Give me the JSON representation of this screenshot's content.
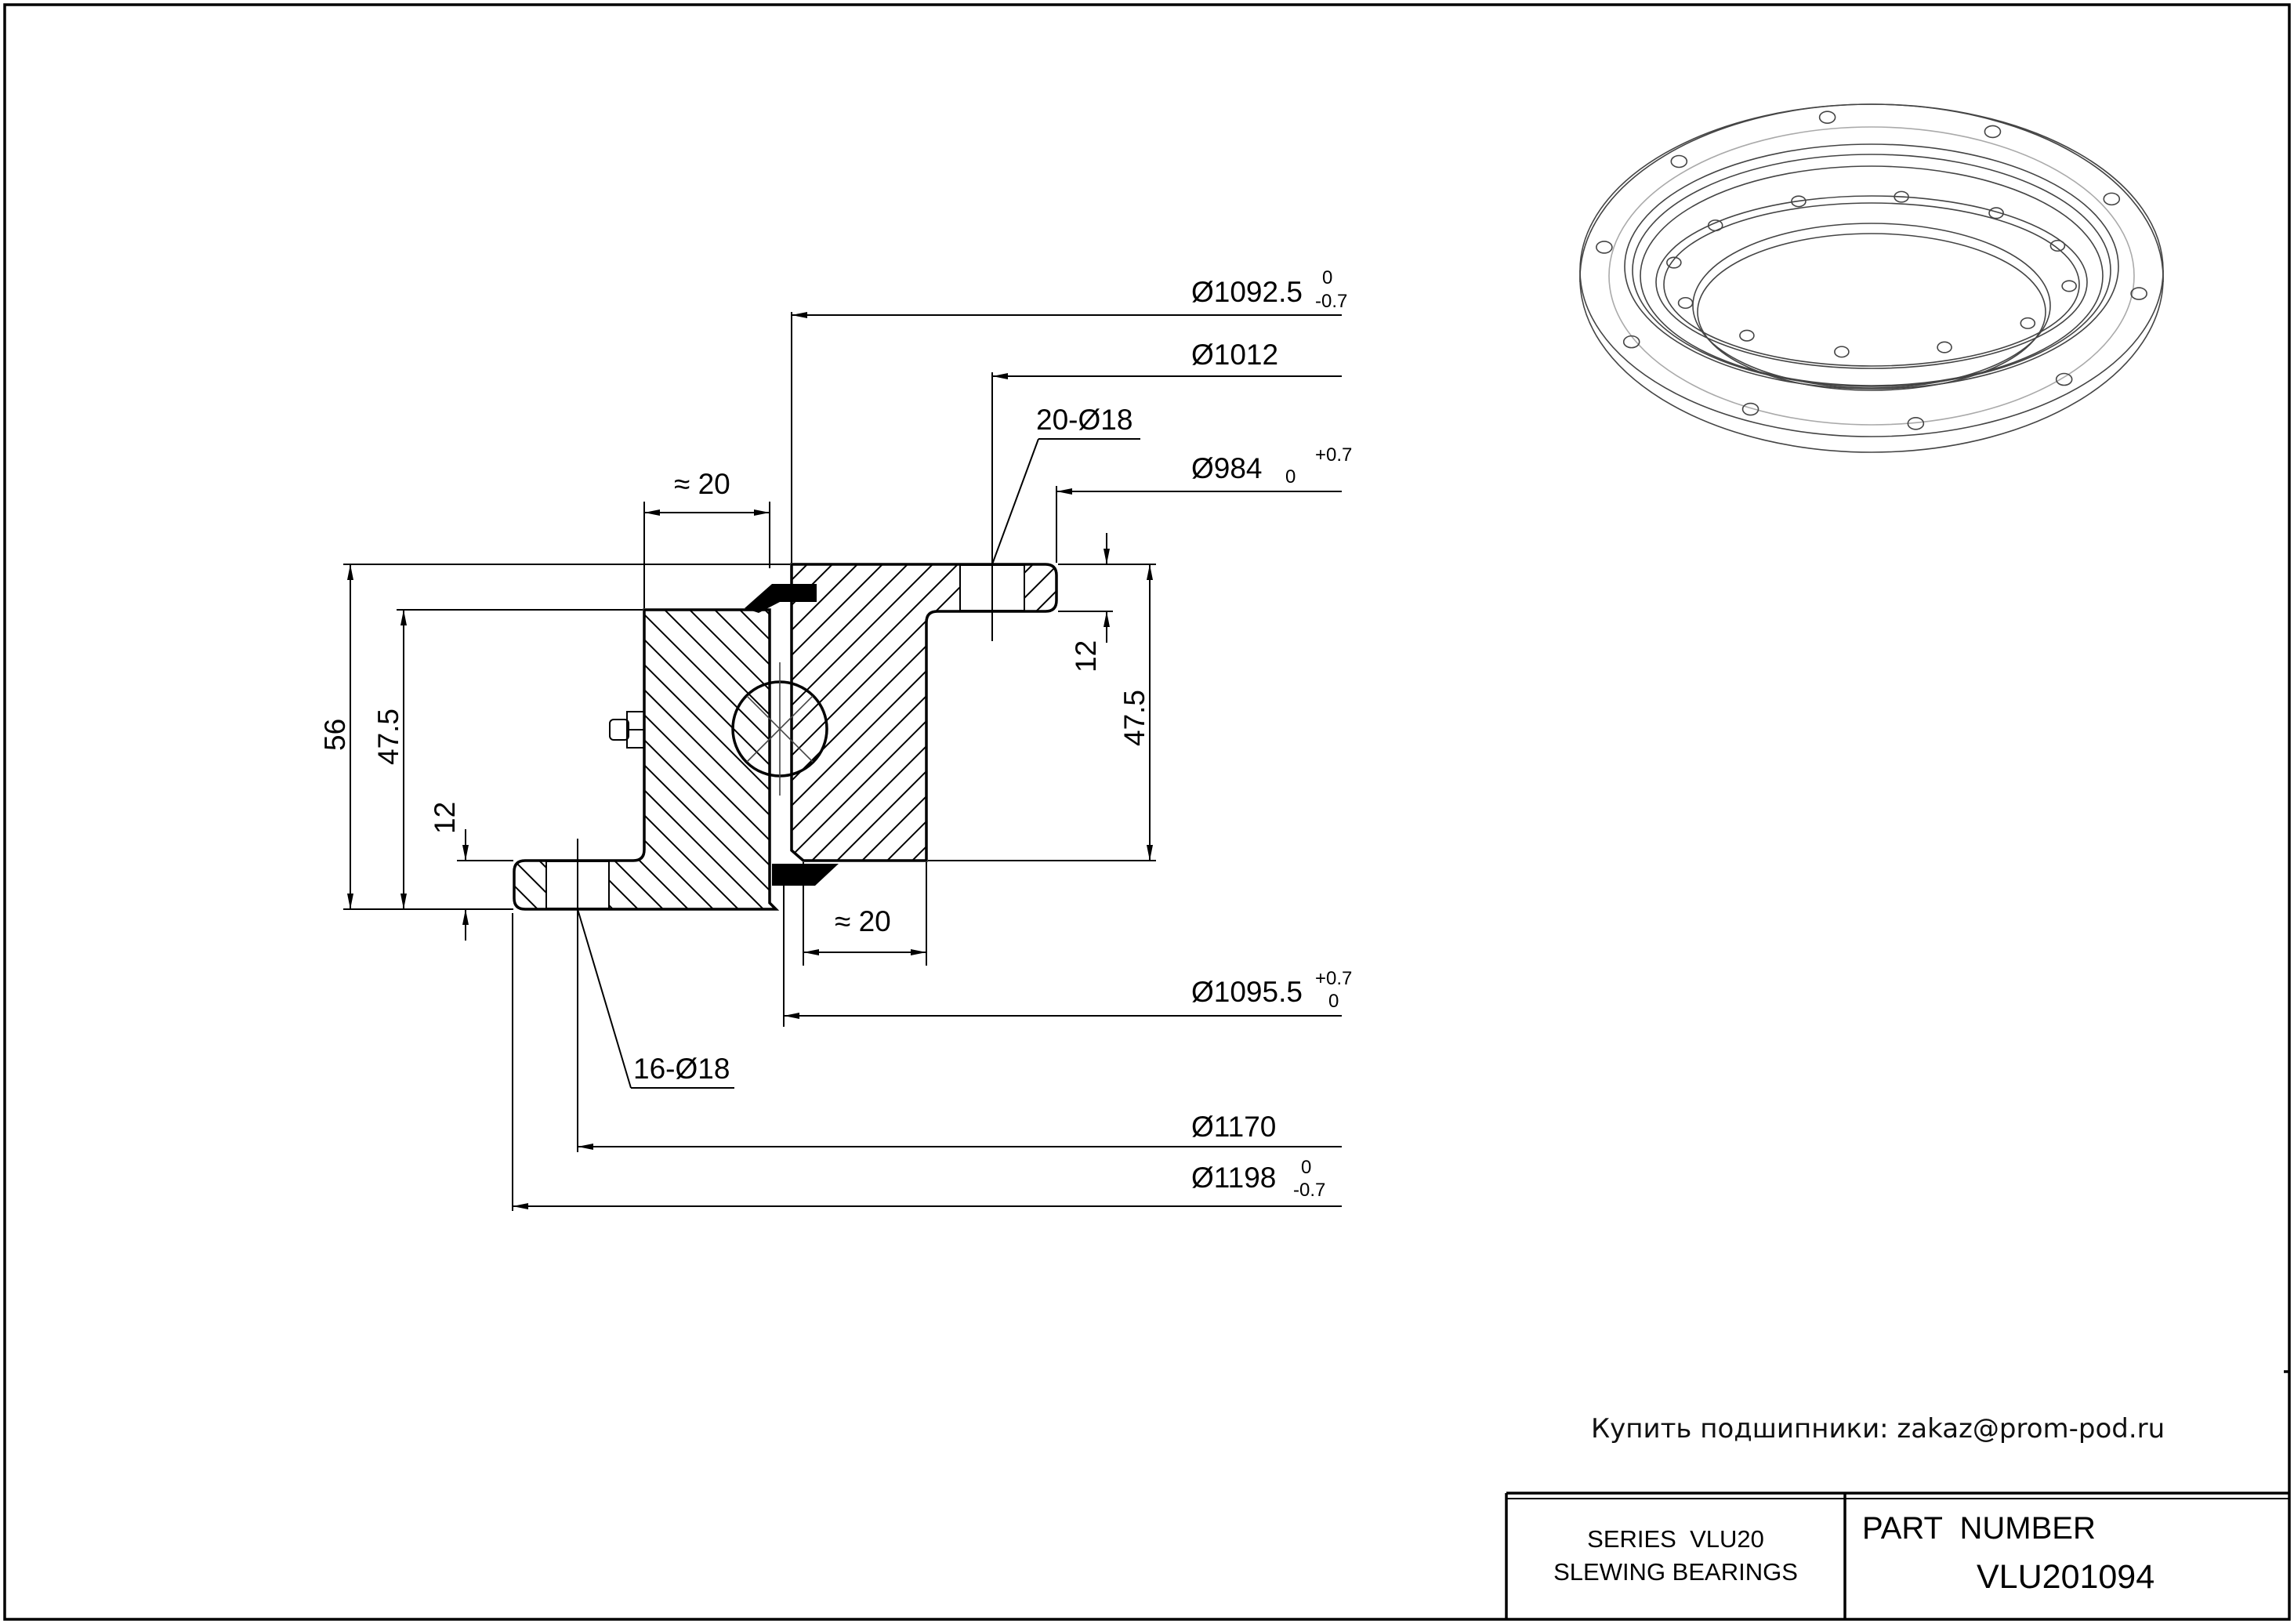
{
  "dimensions": {
    "d_1092_5": {
      "label": "Ø1092.5",
      "tol_upper": "0",
      "tol_lower": "-0.7"
    },
    "d_1012": {
      "label": "Ø1012"
    },
    "holes_outer": {
      "label": "20-Ø18"
    },
    "d_984": {
      "label": "Ø984",
      "tol_upper": "+0.7",
      "tol_lower": "0"
    },
    "gap_top": {
      "label": "≈ 20"
    },
    "gap_bottom": {
      "label": "≈ 20"
    },
    "height_total": {
      "label": "56"
    },
    "height_left": {
      "label": "47.5"
    },
    "height_right": {
      "label": "47.5"
    },
    "flange_right": {
      "label": "12"
    },
    "flange_left": {
      "label": "12"
    },
    "d_1095_5": {
      "label": "Ø1095.5",
      "tol_upper": "+0.7",
      "tol_lower": "0"
    },
    "holes_inner": {
      "label": "16-Ø18"
    },
    "d_1170": {
      "label": "Ø1170"
    },
    "d_1198": {
      "label": "Ø1198",
      "tol_upper": "0",
      "tol_lower": "-0.7"
    }
  },
  "contact": "Купить подшипники: zakaz@prom-pod.ru",
  "title_block": {
    "series_line1": "SERIES  VLU20",
    "series_line2": "SLEWING BEARINGS",
    "part_number_label": "PART  NUMBER",
    "part_number": "VLU201094"
  }
}
